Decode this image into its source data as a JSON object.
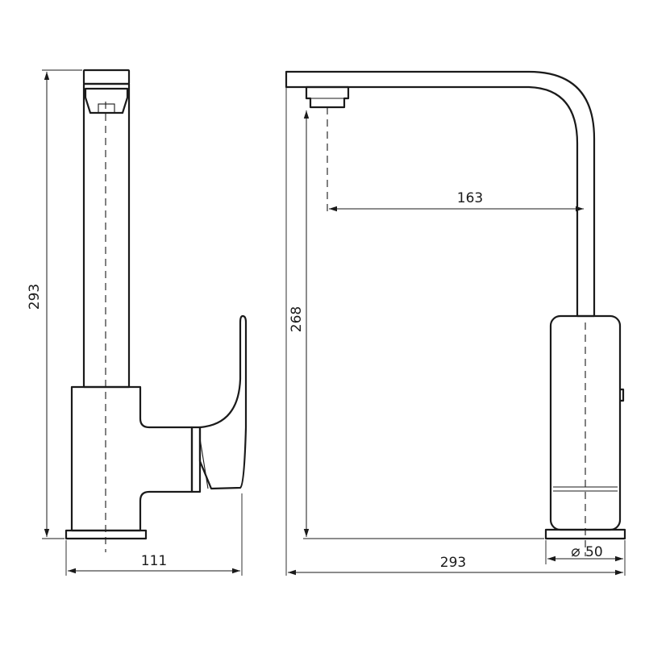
{
  "dimensions": {
    "side_height": "293",
    "side_depth": "111",
    "front_height": "268",
    "front_reach": "163",
    "front_width": "293",
    "base_diameter": "50",
    "diameter_symbol": "⌀"
  },
  "colors": {
    "line": "#1a1a1a",
    "background": "#ffffff"
  }
}
